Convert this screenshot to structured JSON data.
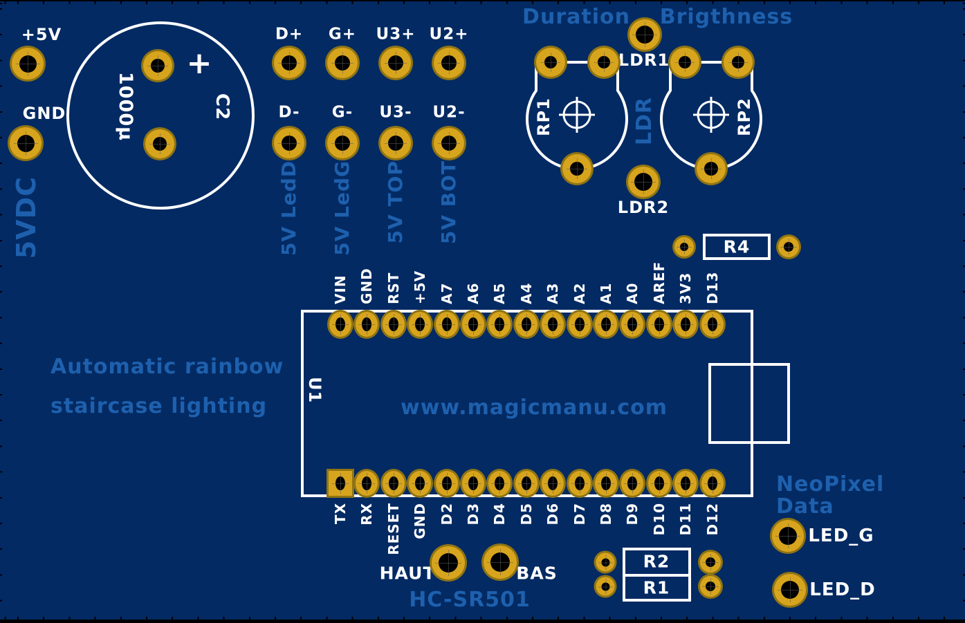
{
  "colors": {
    "board": "#032a63",
    "gold": "#d7a41d",
    "gold_dark": "#8f7414",
    "silkscreen": "#ffffff",
    "blue_text": "#1e60ad",
    "hole": "#000000"
  },
  "title": {
    "line1": "Automatic rainbow",
    "line2": "staircase lighting"
  },
  "power_input": {
    "net_name": "5VDC",
    "pads": [
      "+5V",
      "GND"
    ]
  },
  "capacitor": {
    "ref": "C2",
    "value": "1000µ",
    "polarity_mark": "+"
  },
  "output_header": {
    "top_pads": [
      "D+",
      "G+",
      "U3+",
      "U2+"
    ],
    "bottom_pads": [
      "D-",
      "G-",
      "U3-",
      "U2-"
    ],
    "net_labels": [
      "5V LedD",
      "5V LedG",
      "5V TOP",
      "5V BOT"
    ]
  },
  "potentiometers": {
    "duration_label": "Duration",
    "brightness_label": "Brigthness",
    "ldr_net": "LDR",
    "rp1_ref": "RP1",
    "rp2_ref": "RP2",
    "ldr1_label": "LDR1",
    "ldr2_label": "LDR2"
  },
  "resistors": {
    "r4": "R4",
    "r2": "R2",
    "r1": "R1"
  },
  "mcu": {
    "ref": "U1",
    "website": "www.magicmanu.com",
    "top_pins": [
      "VIN",
      "GND",
      "RST",
      "+5V",
      "A7",
      "A6",
      "A5",
      "A4",
      "A3",
      "A2",
      "A1",
      "A0",
      "AREF",
      "3V3",
      "D13"
    ],
    "bottom_pins": [
      "TX",
      "RX",
      "RESET",
      "GND",
      "D2",
      "D3",
      "D4",
      "D5",
      "D6",
      "D7",
      "D8",
      "D9",
      "D10",
      "D11",
      "D12"
    ]
  },
  "pir": {
    "title": "HC-SR501",
    "pads": [
      "HAUT",
      "BAS"
    ]
  },
  "neopixel": {
    "title_line1": "NeoPixel",
    "title_line2": "Data",
    "pads": [
      "LED_G",
      "LED_D"
    ]
  }
}
